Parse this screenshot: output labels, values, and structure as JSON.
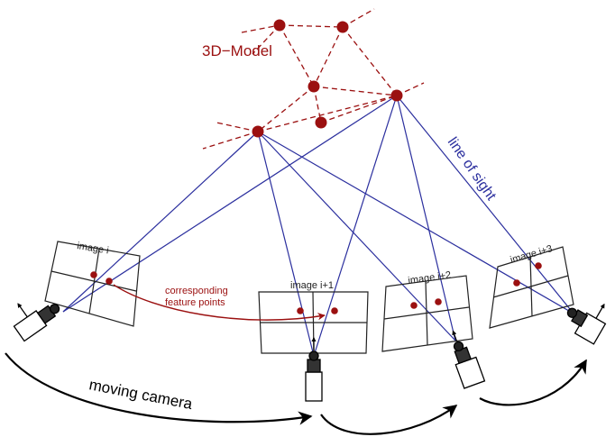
{
  "colors": {
    "model": "#9b1010",
    "sight": "#2b2f9e",
    "arrow": "#000000",
    "annotation_arrow": "#9b1010"
  },
  "labels": {
    "model_title": "3D−Model",
    "line_of_sight": "line of sight",
    "corresponding_line1": "corresponding",
    "corresponding_line2": "feature points",
    "moving_camera": "moving camera",
    "image_i": "image i",
    "image_i1": "image i+1",
    "image_i2": "image i+2",
    "image_i3": "image i+3"
  },
  "icons": {
    "camera": "camera-icon",
    "model_point": "model-point-icon",
    "feature_point": "feature-point-icon"
  }
}
